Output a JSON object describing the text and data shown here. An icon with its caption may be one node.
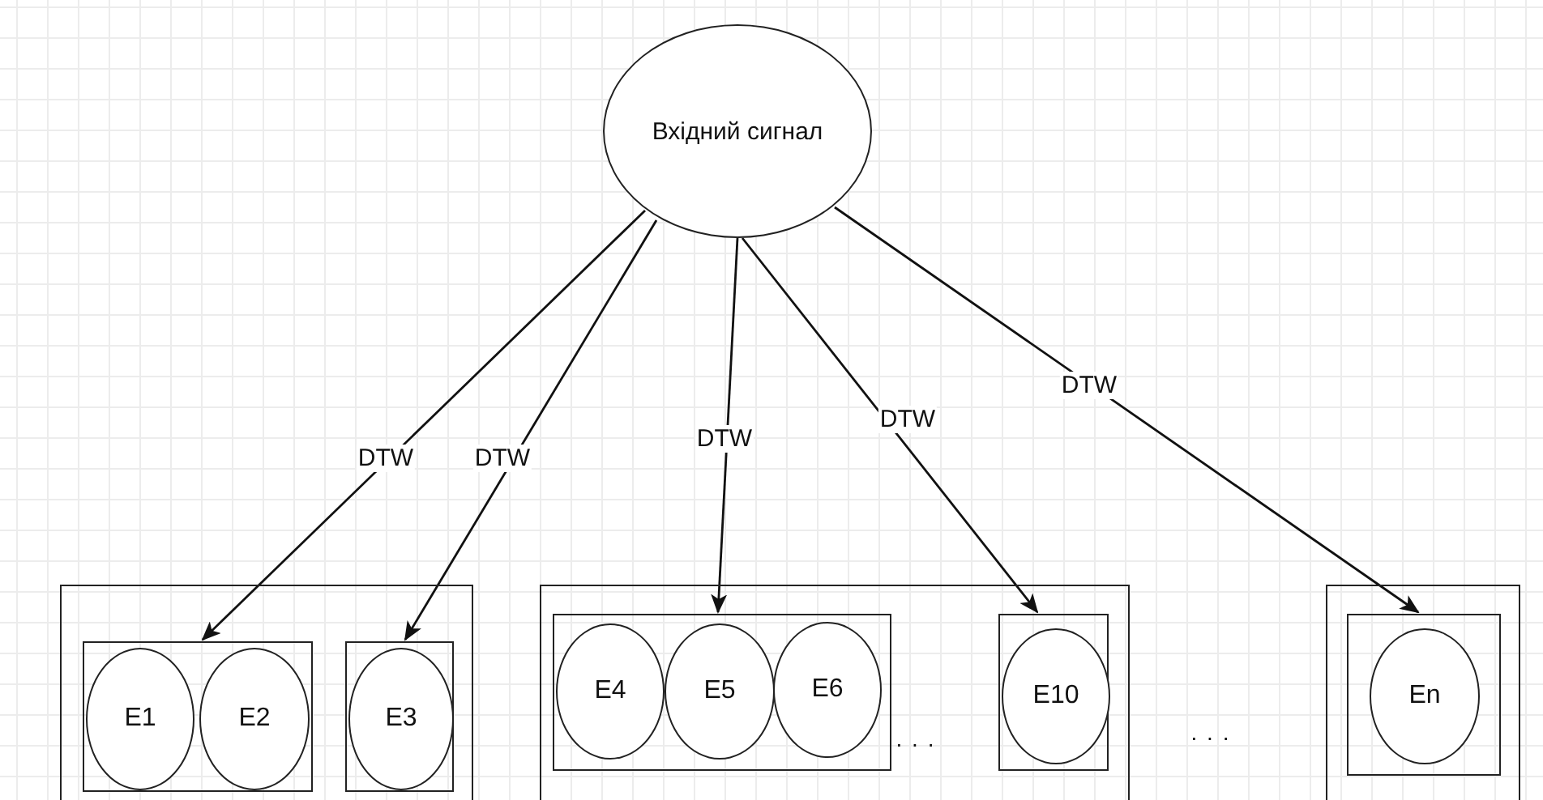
{
  "diagram": {
    "nodes": [
      {
        "text": [
          "Вхідний сигнал"
        ]
      },
      {
        "text": [],
        "shape": "box"
      },
      {
        "text": [],
        "shape": "box",
        "in": 1
      },
      {
        "text": [
          "E1"
        ],
        "in": 2
      },
      {
        "text": [
          "E2"
        ],
        "in": 2
      },
      {
        "text": [],
        "shape": "box",
        "in": 1
      },
      {
        "text": [
          "E3"
        ],
        "in": 5
      },
      {
        "text": [],
        "shape": "box"
      },
      {
        "text": [],
        "shape": "box",
        "in": 7
      },
      {
        "text": [
          "E4"
        ],
        "in": 8
      },
      {
        "text": [
          "E5"
        ],
        "in": 8
      },
      {
        "text": [
          "E6"
        ],
        "in": 8
      },
      {
        "text": [],
        "shape": "box",
        "in": 7
      },
      {
        "text": [
          "E10"
        ],
        "in": 12
      },
      {
        "text": [],
        "shape": "box"
      },
      {
        "text": [],
        "shape": "box",
        "in": 14
      },
      {
        "text": [
          "En"
        ],
        "in": 15
      }
    ],
    "edges": [
      {
        "from": 0,
        "to": 2,
        "arrow": "to",
        "label": "DTW"
      },
      {
        "from": 0,
        "to": 5,
        "arrow": "to",
        "label": "DTW"
      },
      {
        "from": 0,
        "to": 8,
        "arrow": "to",
        "label": "DTW"
      },
      {
        "from": 0,
        "to": 12,
        "arrow": "to",
        "label": "DTW"
      },
      {
        "from": 0,
        "to": 15,
        "arrow": "to",
        "label": "DTW"
      }
    ],
    "labels": [
      ". . .",
      ". . ."
    ]
  }
}
